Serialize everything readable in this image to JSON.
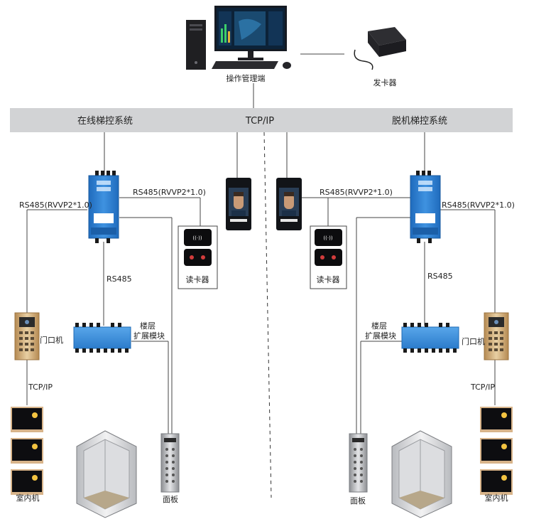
{
  "top": {
    "mgmt_label": "操作管理端",
    "card_issuer_label": "发卡器"
  },
  "bus": {
    "left_label": "在线梯控系统",
    "center_label": "TCP/IP",
    "right_label": "脱机梯控系统"
  },
  "left": {
    "rs485_rvvp_top": "RS485(RVVP2*1.0)",
    "rs485_rvvp_left": "RS485(RVVP2*1.0)",
    "rs485_label": "RS485",
    "card_reader_label": "读卡器",
    "floor_module_label_1": "楼层",
    "floor_module_label_2": "扩展模块",
    "door_unit_label": "门口机",
    "tcpip_label": "TCP/IP",
    "indoor_label": "室内机",
    "panel_label": "面板"
  },
  "right": {
    "rs485_rvvp_top": "RS485(RVVP2*1.0)",
    "rs485_rvvp_right": "RS485(RVVP2*1.0)",
    "rs485_label": "RS485",
    "card_reader_label": "读卡器",
    "floor_module_label_1": "楼层",
    "floor_module_label_2": "扩展模块",
    "door_unit_label": "门口机",
    "tcpip_label": "TCP/IP",
    "indoor_label": "室内机",
    "panel_label": "面板"
  },
  "colors": {
    "bus": "#d2d3d5",
    "controller_blue": "#2f7fd0",
    "line": "#444444",
    "door_unit_gold": "#c9a36d"
  }
}
